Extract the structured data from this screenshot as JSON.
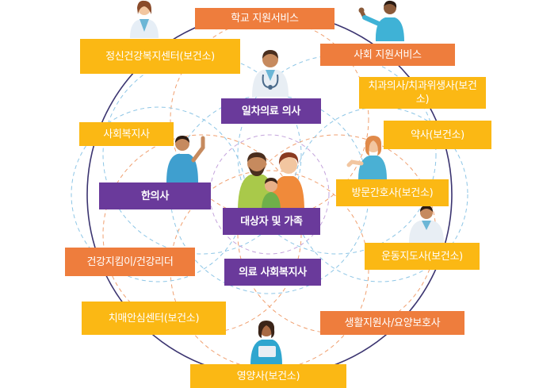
{
  "colors": {
    "yellow": "#fbb814",
    "orange": "#ee7d3d",
    "purple": "#6a3a9b",
    "circle_outline": "#3b3470",
    "dash_orange": "#f0a070",
    "dash_blue": "#8ec6e6"
  },
  "center": {
    "family_label": "대상자 및 가족",
    "primary_doctor": "일차의료 의사",
    "korean_doctor": "한의사",
    "medical_social_worker": "의료 사회복지사"
  },
  "outer_labels": {
    "school_support": "학교 지원서비스",
    "mental_health_center": "정신건강복지센터(보건소)",
    "social_support": "사회 지원서비스",
    "dentist": "치과의사/치과위생사(보건소)",
    "social_worker": "사회복지사",
    "pharmacist": "약사(보건소)",
    "visiting_nurse": "방문간호사(보건소)",
    "health_leader": "건강지킴이/건강리더",
    "exercise_instructor": "운동지도사(보건소)",
    "dementia_center": "치매안심센터(보건소)",
    "care_worker": "생활지원사/요양보호사",
    "dietitian": "영양사(보건소)"
  },
  "icons": [
    "doctor-woman-icon",
    "man-waving-icon",
    "doctor-man-icon",
    "man-pointing-icon",
    "woman-pointing-icon",
    "doctor-man-right-icon",
    "woman-tablet-icon",
    "family-icon"
  ]
}
